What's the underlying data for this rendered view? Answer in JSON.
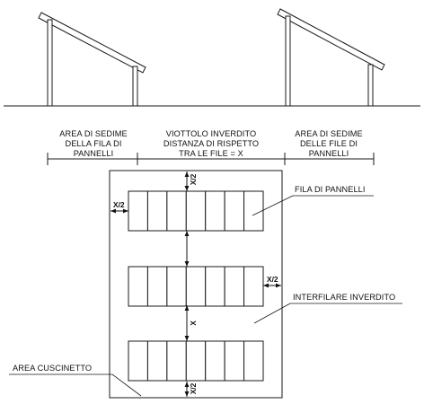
{
  "header_labels": {
    "left": [
      "AREA DI SEDIME",
      "DELLA FILA DI",
      "PANNELLI"
    ],
    "middle": [
      "VIOTTOLO INVERDITO",
      "DISTANZA DI RISPETTO",
      "TRA LE FILE = X"
    ],
    "right": [
      "AREA DI SEDIME",
      "DELLE FILE DI",
      "PANNELLI"
    ]
  },
  "callouts": {
    "fila": "FILA DI PANNELLI",
    "interfilare": "INTERFILARE INVERDITO",
    "cuscinetto": "AREA CUSCINETTO"
  },
  "dimensions": {
    "x_half_top": "X/2",
    "x_half_left": "X/2",
    "x_half_right": "X/2",
    "x_middle": "X",
    "x_half_bottom": "X/2"
  },
  "panel_rows": [
    {
      "cells": 7
    },
    {
      "cells": 7
    },
    {
      "cells": 7
    }
  ]
}
